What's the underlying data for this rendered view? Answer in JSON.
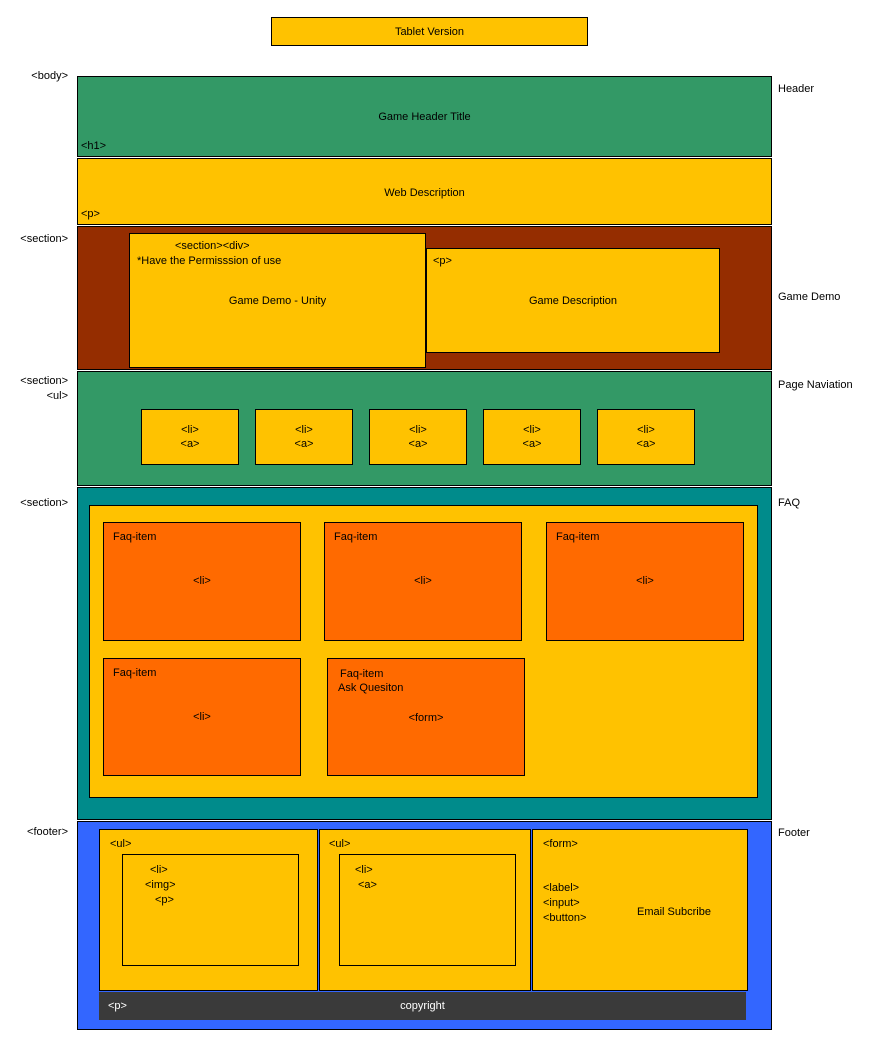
{
  "page_title": "Tablet Version",
  "colors": {
    "yellow": "#FFC200",
    "green": "#339966",
    "dark_red": "#952D00",
    "teal": "#008B8B",
    "blue": "#3366FF",
    "orange": "#FF6A00",
    "copyright_bar": "#3A3A3A"
  },
  "annotations": {
    "left": {
      "body": "<body>",
      "h1": "<h1>",
      "p": "<p>",
      "section_game_demo": "<section>",
      "section_nav": "<section>",
      "ul_nav": "<ul>",
      "section_faq": "<section>",
      "footer": "<footer>"
    },
    "right": {
      "header": "Header",
      "game_demo": "Game Demo",
      "page_navigation": "Page Naviation",
      "faq": "FAQ",
      "footer": "Footer"
    }
  },
  "header": {
    "title": "Game Header Title"
  },
  "web_description": {
    "title": "Web Description"
  },
  "game_demo": {
    "unity": {
      "tag": "<section><div>",
      "note": "*Have the Permisssion of use",
      "title": "Game Demo - Unity"
    },
    "description": {
      "tag": "<p>",
      "title": "Game Description"
    }
  },
  "navigation": {
    "items": [
      {
        "li": "<li>",
        "a": "<a>"
      },
      {
        "li": "<li>",
        "a": "<a>"
      },
      {
        "li": "<li>",
        "a": "<a>"
      },
      {
        "li": "<li>",
        "a": "<a>"
      },
      {
        "li": "<li>",
        "a": "<a>"
      }
    ]
  },
  "faq": {
    "items": [
      {
        "title": "Faq-item",
        "tag": "<li>"
      },
      {
        "title": "Faq-item",
        "tag": "<li>"
      },
      {
        "title": "Faq-item",
        "tag": "<li>"
      },
      {
        "title": "Faq-item",
        "tag": "<li>"
      },
      {
        "title": "Faq-item",
        "subtitle": "Ask Quesiton",
        "tag": "<form>"
      }
    ]
  },
  "footer": {
    "about": {
      "ul": "<ul>",
      "li": "<li>",
      "img": "<img>",
      "p": "<p>"
    },
    "links": {
      "ul": "<ul>",
      "li": "<li>",
      "a": "<a>"
    },
    "subscribe": {
      "form": "<form>",
      "label": "<label>",
      "input": "<input>",
      "button": "<button>",
      "title": "Email Subcribe"
    },
    "copyright": {
      "p": "<p>",
      "text": "copyright"
    }
  }
}
